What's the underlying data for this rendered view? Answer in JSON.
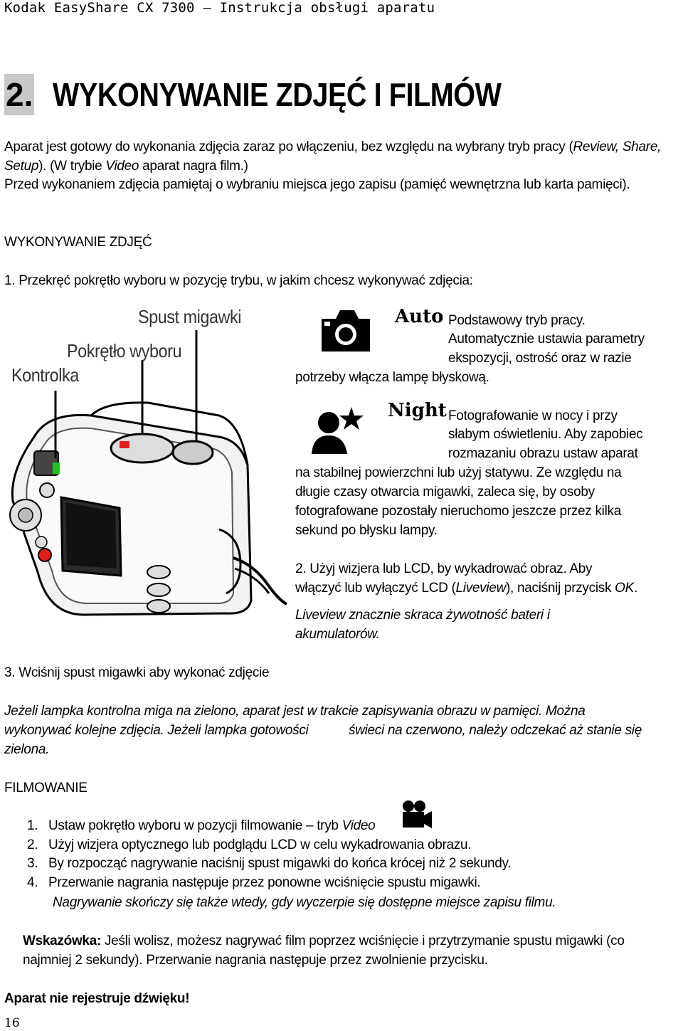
{
  "header": {
    "title": "Kodak EasyShare CX 7300 – Instrukcja obsługi aparatu"
  },
  "chapter": {
    "number": "2.",
    "title": "WYKONYWANIE ZDJĘĆ I FILMÓW"
  },
  "intro": {
    "p1_a": "Aparat jest gotowy do wykonania zdjęcia zaraz po włączeniu, bez względu na wybrany tryb pracy (",
    "p1_modes": "Review, Share, Setup",
    "p1_b": "). (W trybie ",
    "p1_video": "Video",
    "p1_c": " aparat nagra film.)",
    "p2": "Przed wykonaniem zdjęcia pamiętaj o wybraniu miejsca jego zapisu (pamięć wewnętrzna lub karta pamięci)."
  },
  "section_photo": {
    "heading": "WYKONYWANIE ZDJĘĆ",
    "step1": "1. Przekręć pokrętło wyboru w pozycję trybu, w jakim chcesz wykonywać zdjęcia:",
    "step3": "3. Wciśnij spust migawki aby wykonać zdjęcie"
  },
  "figure": {
    "label_shutter": "Spust migawki",
    "label_dial": "Pokrętło wyboru",
    "label_indicator": "Kontrolka"
  },
  "modes": {
    "auto": {
      "label": "Auto",
      "icon": "camera-icon",
      "text_a": "Podstawowy tryb pracy.",
      "text_b": "Automatycznie ustawia parametry",
      "text_c": "ekspozycji, ostrość oraz w razie",
      "text_d": "potrzeby włącza lampę błyskową."
    },
    "night": {
      "label": "Night",
      "icon": "person-star-icon",
      "text_a": "Fotografowanie w nocy i przy",
      "text_b": "słabym oświetleniu. Aby zapobiec",
      "text_c": "rozmazaniu obrazu ustaw aparat",
      "text_d": "na stabilnej powierzchni lub użyj statywu. Ze względu na",
      "text_e": "długie czasy otwarcia migawki, zaleca się, by osoby",
      "text_f": "fotografowane pozostały nieruchomo jeszcze przez kilka",
      "text_g": "sekund po błysku lampy."
    }
  },
  "step2": {
    "a": "2. Użyj wizjera lub LCD, by wykadrować obraz. Aby",
    "b1": "włączyć lub wyłączyć LCD (",
    "b_live": "Liveview",
    "b2": "), naciśnij przycisk ",
    "b_ok": "OK",
    "b3": ".",
    "note1": "Liveview znacznie skraca żywotność bateri i",
    "note2": "akumulatorów."
  },
  "lamp_note": {
    "line1": "Jeżeli lampka kontrolna miga na zielono, aparat jest w trakcie zapisywania obrazu w pamięci. Można",
    "line2a": "wykonywać kolejne zdjęcia. Jeżeli lampka gotowości",
    "line2b": "świeci na czerwono, należy odczekać aż stanie się",
    "line3": "zielona."
  },
  "section_film": {
    "heading": "FILMOWANIE",
    "items": [
      {
        "n": "1.",
        "text": "Ustaw pokrętło wyboru w pozycji filmowanie – tryb ",
        "it": "Video"
      },
      {
        "n": "2.",
        "text": "Użyj wizjera optycznego lub podglądu LCD w celu wykadrowania obrazu."
      },
      {
        "n": "3.",
        "text": "By rozpocząć nagrywanie naciśnij spust migawki do końca krócej niż 2 sekundy."
      },
      {
        "n": "4.",
        "text": "Przerwanie nagrania następuje przez ponowne wciśnięcie spustu migawki."
      }
    ],
    "note": "Nagrywanie skończy się także wtedy, gdy wyczerpie się dostępne miejsce zapisu filmu.",
    "video_icon": "video-camera-icon"
  },
  "tip": {
    "label": "Wskazówka:",
    "text": " Jeśli wolisz, możesz nagrywać film poprzez wciśnięcie i przytrzymanie spustu migawki (co najmniej 2 sekundy). Przerwanie nagrania następuje przez zwolnienie przycisku."
  },
  "warning": "Aparat nie rejestruje dźwięku!",
  "page_number": "16",
  "colors": {
    "indicator_green": "#22c022",
    "button_red": "#e02020",
    "chapter_bg": "#c8c8c8"
  }
}
